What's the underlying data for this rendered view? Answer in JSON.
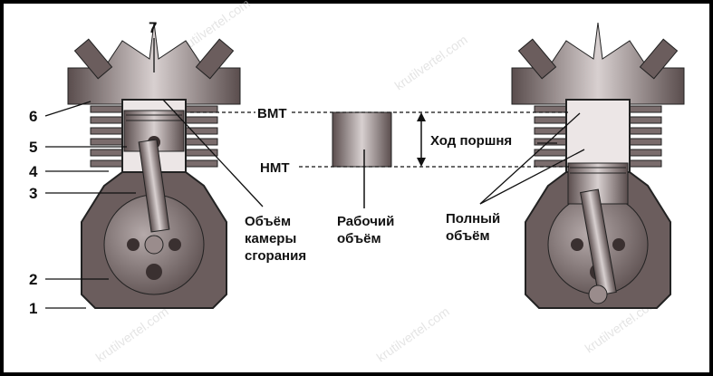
{
  "diagram": {
    "part_numbers": [
      "1",
      "2",
      "3",
      "4",
      "5",
      "6",
      "7"
    ],
    "tdc_label": "ВМТ",
    "bdc_label": "НМТ",
    "stroke_label": "Ход поршня",
    "combustion_volume_label": [
      "Объём",
      "камеры",
      "сгорания"
    ],
    "working_volume_label": [
      "Рабочий",
      "объём"
    ],
    "total_volume_label": [
      "Полный",
      "объём"
    ],
    "watermark": "krutilvertel.com"
  },
  "colors": {
    "metal_dark": "#4a3f3f",
    "metal_mid": "#8a7c7c",
    "metal_light": "#d8d0d0",
    "background": "#ffffff"
  }
}
